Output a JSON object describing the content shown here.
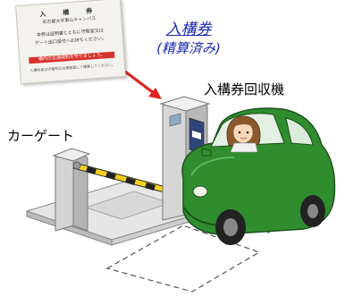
{
  "ticket": {
    "title": "入　構　券",
    "subtitle": "名古屋大学東山キャンパス",
    "line1": "本券は証明書とともに守衛室又は",
    "line2": "ゲート出口受付へお持ちください。",
    "band": "構内の交通規制を守りましょう。",
    "footer": "入構料金は守衛所又は事務室にて精算してください。"
  },
  "labels": {
    "ticket_caption_line1": "入構券",
    "ticket_caption_line2": "(精算済み)",
    "collector": "入構券回収機",
    "car_gate": "カーゲート"
  },
  "colors": {
    "caption_blue": "#1d2ab0",
    "arrow_red": "#e02020",
    "car_green": "#2f8c2f",
    "barrier_yellow": "#f2d21a"
  }
}
